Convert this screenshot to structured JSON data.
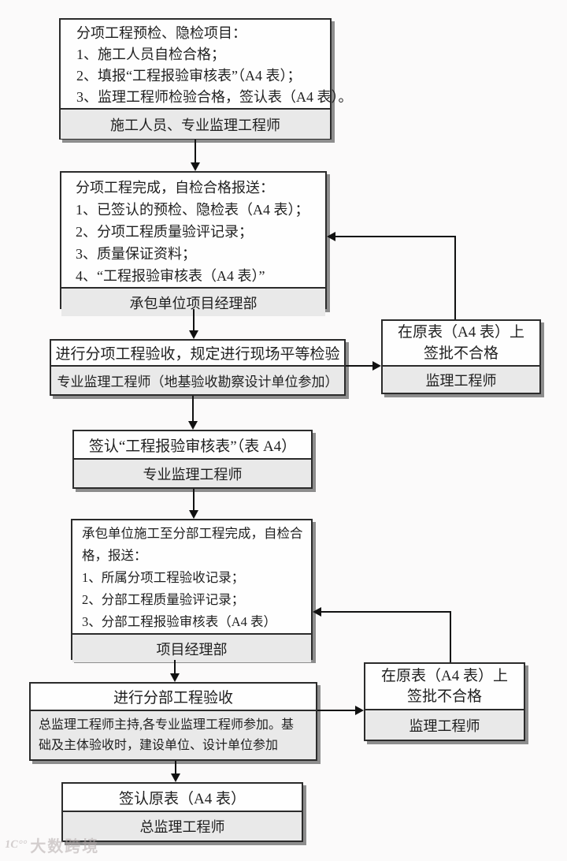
{
  "boxes": {
    "b1": {
      "lines": [
        "分项工程预检、隐检项目：",
        "1、施工人员自检合格；",
        "2、填报“工程报验审核表”（A4 表）；",
        "3、监理工程师检验合格，签认表（A4 表）。"
      ],
      "footer": "施工人员、专业监理工程师"
    },
    "b2": {
      "lines": [
        "分项工程完成，自检合格报送：",
        "1、已签认的预检、隐检表（A4 表）；",
        "2、分项工程质量验评记录；",
        "3、质量保证资料；",
        "4、“工程报验审核表（A4 表）”"
      ],
      "footer": "承包单位项目经理部"
    },
    "b3": {
      "title": "进行分项工程验收，规定进行现场平等检验",
      "footer": "专业监理工程师（地基验收勘察设计单位参加）"
    },
    "r1": {
      "lines": [
        "在原表（A4 表）上",
        "签批不合格"
      ],
      "footer": "监理工程师"
    },
    "b4": {
      "title": "签认“工程报验审核表”（表 A4）",
      "footer": "专业监理工程师"
    },
    "b5": {
      "lines": [
        "承包单位施工至分部工程完成，自检合",
        "格，报送：",
        "1、所属分项工程验收记录；",
        "2、分部工程质量验评记录；",
        "3、分部工程报验审核表（A4 表）"
      ],
      "footer": "项目经理部"
    },
    "b6": {
      "title": "进行分部工程验收",
      "footer_lines": [
        "总监理工程师主持,各专业监理工程师参加。基",
        "础及主体验收时，建设单位、设计单位参加"
      ]
    },
    "r2": {
      "lines": [
        "在原表（A4 表）上",
        "签批不合格"
      ],
      "footer": "监理工程师"
    },
    "b7": {
      "title": "签认原表（A4 表）",
      "footer": "总监理工程师"
    }
  },
  "watermark": {
    "logo": "1C°°",
    "text": "大数跨境"
  },
  "colors": {
    "page_bg": "#fbfafa",
    "box_bg": "#fefefe",
    "footer_bg": "#e9e9e9",
    "border": "#2b2b2b",
    "shadow": "#8d8d8d",
    "line": "#111111",
    "text": "#1f1f1f"
  }
}
